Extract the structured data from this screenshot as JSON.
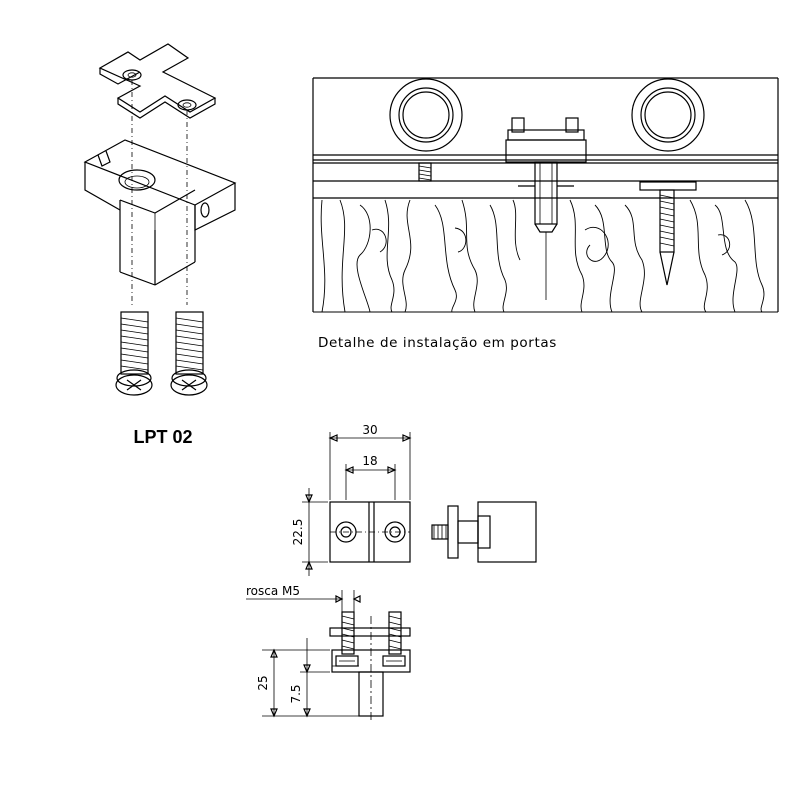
{
  "product": {
    "code": "LPT 02"
  },
  "installation_detail": {
    "caption": "Detalhe de instalação em portas"
  },
  "dimensions": {
    "width_total": "30",
    "hole_spacing": "18",
    "height": "22.5",
    "thread": "rosca M5",
    "overall_height": "25",
    "pin_height": "7.5"
  }
}
